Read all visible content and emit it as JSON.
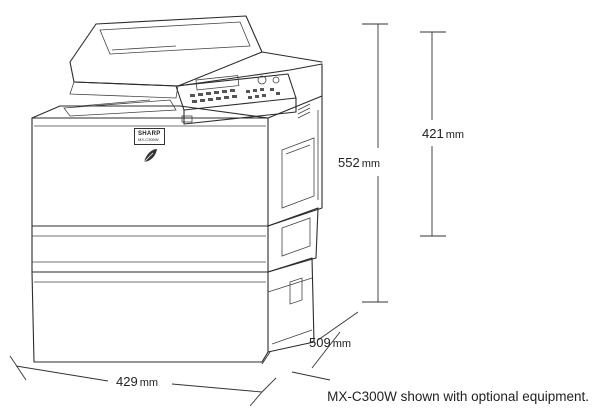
{
  "device": {
    "brand_logo": "SHARP",
    "model_badge": "MX-C300W"
  },
  "dimensions": {
    "height_with_options": {
      "value": "552",
      "unit": "mm"
    },
    "height_main": {
      "value": "421",
      "unit": "mm"
    },
    "depth": {
      "value": "509",
      "unit": "mm"
    },
    "width": {
      "value": "429",
      "unit": "mm"
    }
  },
  "caption": "MX-C300W shown with optional equipment."
}
